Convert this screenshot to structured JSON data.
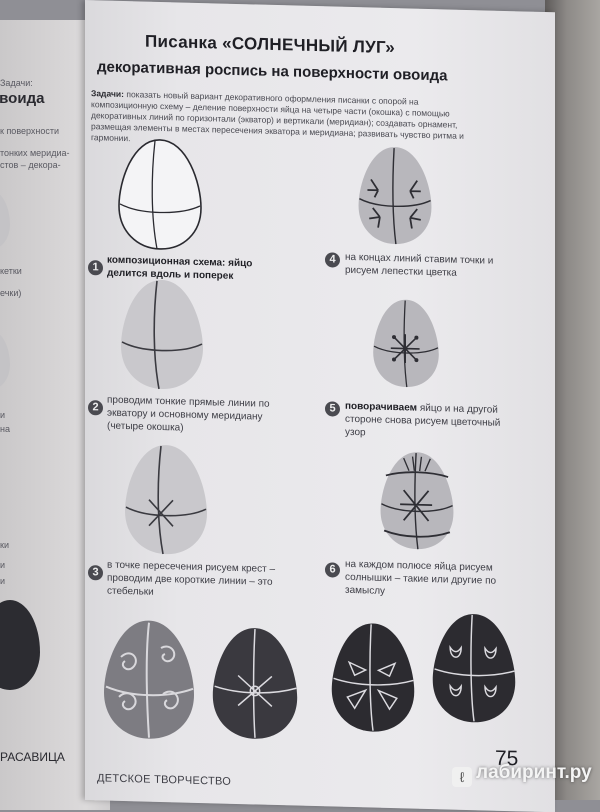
{
  "title": "Писанка «СОЛНЕЧНЫЙ ЛУГ»",
  "subtitle": "декоративная роспись на поверхности овоида",
  "task": {
    "label": "Задачи:",
    "text": "показать новый вариант декоративного оформления писанки с опорой на композиционную схему – деление поверхности яйца на четыре части (окошка) с помощью декоративных линий по горизонтали (экватор) и вертикали (меридиан); создавать орнамент, размещая элементы в местах пересечения экватора и меридиана; развивать чувство ритма и гармонии."
  },
  "steps": [
    {
      "number": "1",
      "text": "композиционная схема: яйцо делится вдоль и поперек"
    },
    {
      "number": "2",
      "text": "проводим тонкие прямые линии по экватору и основному меридиану (четыре окошка)"
    },
    {
      "number": "3",
      "text": "в точке пересечения рисуем крест – проводим две короткие линии – это стебельки"
    },
    {
      "number": "4",
      "text": "на концах линий ставим точки и рисуем лепестки цветка"
    },
    {
      "number": "5",
      "bold": "поворачиваем",
      "text": " яйцо и на другой стороне снова рисуем цветочный узор"
    },
    {
      "number": "6",
      "text": "на каждом полюсе яйца рисуем солнышки – такие или другие по замыслу"
    }
  ],
  "page_number": "75",
  "footer": "ДЕТСКОЕ ТВОРЧЕСТВО",
  "watermark": {
    "icon": "labirint-logo-icon",
    "text": "лабиринт.ру"
  },
  "left_page": {
    "heading": "овоида",
    "lines": [
      "Задачи:",
      "тонких меридиа-",
      "стов – декора-",
      "",
      "к поверхности",
      "",
      "кетки",
      "",
      "ечки)",
      "",
      "",
      "и",
      "на",
      "",
      "ки",
      "",
      "",
      "",
      "и",
      "и"
    ],
    "footer": "РАСАВИЦА"
  },
  "colors": {
    "ink": "#1f1f25",
    "egg_light": "#c9c8cc",
    "egg_dark": "#2c2c31"
  }
}
